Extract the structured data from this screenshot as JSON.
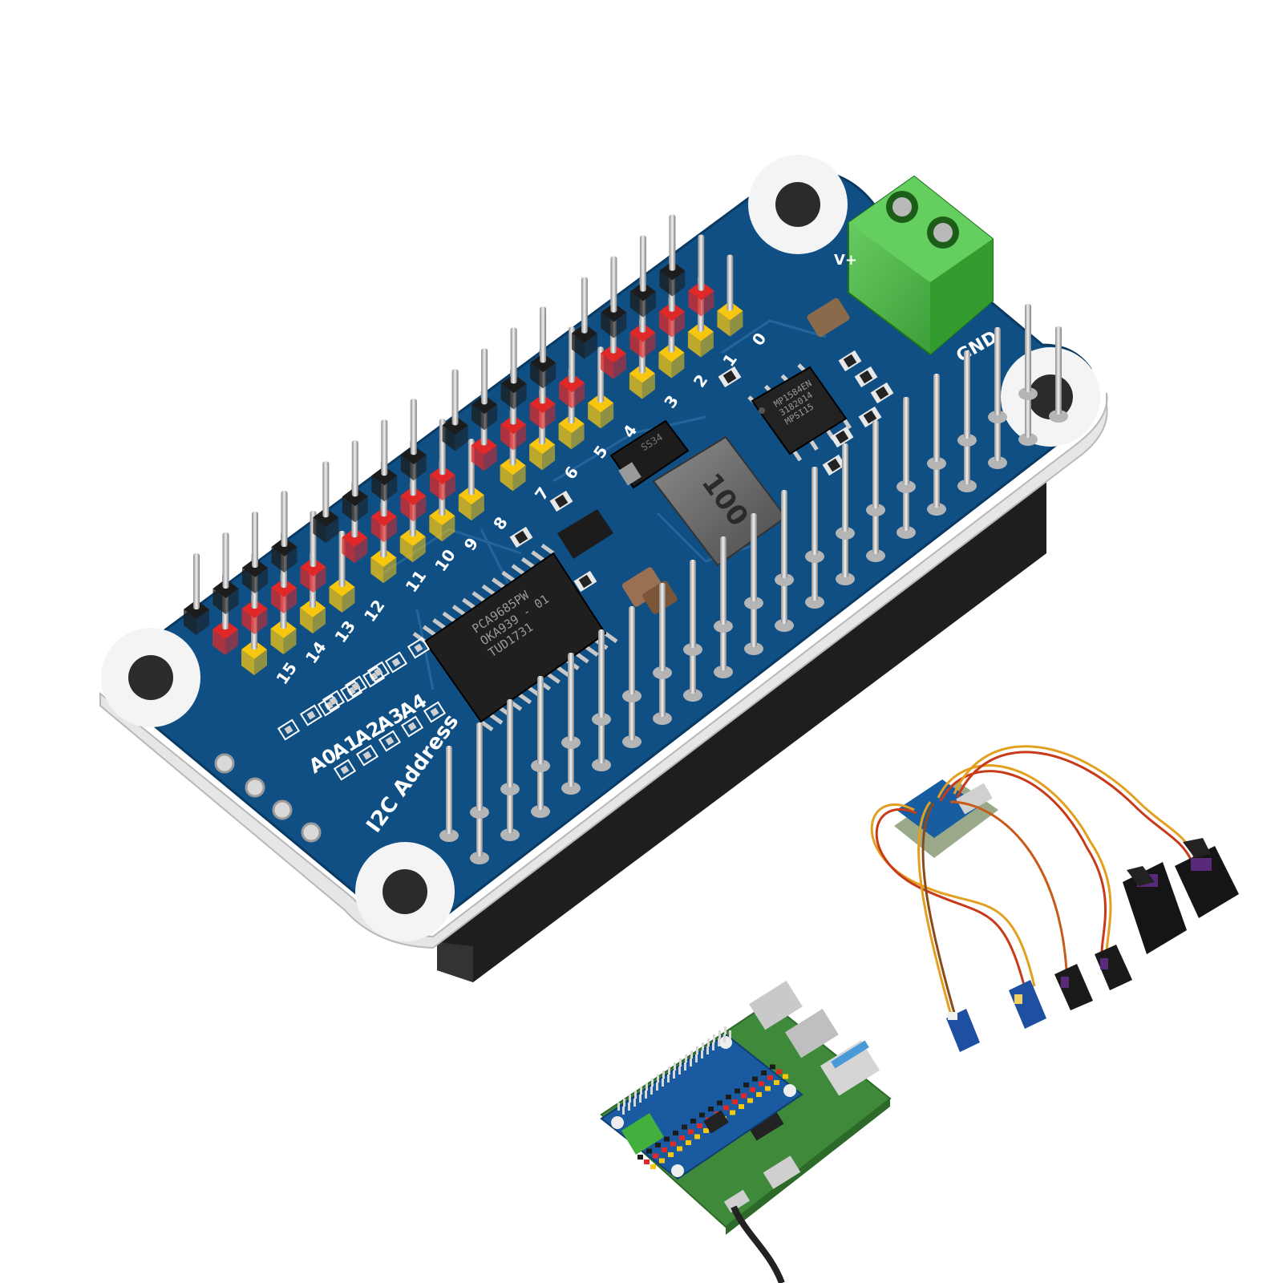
{
  "board": {
    "channel_labels": [
      "15",
      "14",
      "13",
      "12",
      "11",
      "10",
      "9",
      "8",
      "7",
      "6",
      "5",
      "4",
      "3",
      "2",
      "1",
      "0"
    ],
    "addr_labels": [
      "A0",
      "A1",
      "A2",
      "A3",
      "A4"
    ],
    "i2c_label": "I2C Address",
    "gnd_label": "GND",
    "inductor_mark": "100",
    "pwm_chip_lines": [
      "PCA9685PW",
      "OKA939 - 01",
      "TUD1731"
    ],
    "reg_chip_lines": [
      "MP1584EN",
      "3182014",
      "MPSI15"
    ],
    "diode_mark": "SS34",
    "terminal_mark": "V+"
  },
  "colors": {
    "pcb": "#0f4f84",
    "pcb_edge": "#0a3a63",
    "header_black": "#1c1c1c",
    "header_red": "#e02828",
    "header_yellow": "#f7c60f",
    "terminal": "#45b83f",
    "pin": "#c9c9c9"
  },
  "insets": {
    "servos": {
      "description_icon": "servo-kit-icon"
    },
    "raspberry_pi": {
      "description_icon": "pi-with-hat-icon"
    }
  }
}
